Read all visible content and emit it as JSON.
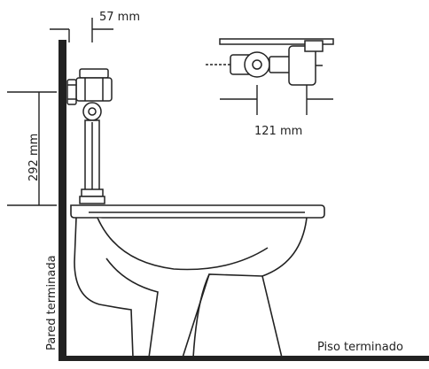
{
  "diagram": {
    "dimensions": {
      "offset_from_wall": "57 mm",
      "valve_height": "292 mm",
      "valve_width": "121 mm"
    },
    "labels": {
      "finished_wall": "Pared terminada",
      "finished_floor": "Piso terminado"
    },
    "colors": {
      "line": "#222222",
      "wall": "#222222",
      "background": "#ffffff"
    }
  }
}
